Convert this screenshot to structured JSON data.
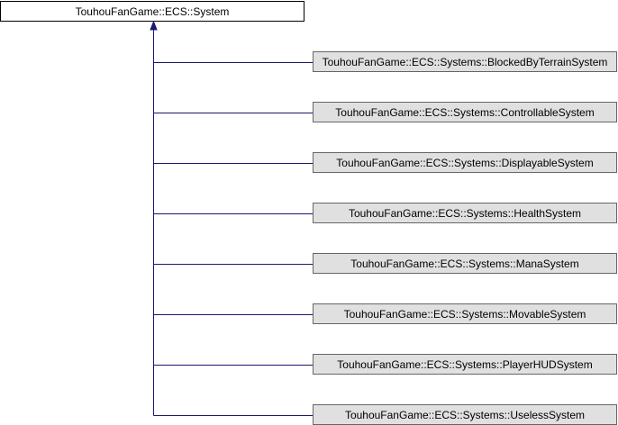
{
  "diagram": {
    "base_class": {
      "label": "TouhouFanGame::ECS::System"
    },
    "derived_classes": [
      {
        "label": "TouhouFanGame::ECS::Systems::BlockedByTerrainSystem"
      },
      {
        "label": "TouhouFanGame::ECS::Systems::ControllableSystem"
      },
      {
        "label": "TouhouFanGame::ECS::Systems::DisplayableSystem"
      },
      {
        "label": "TouhouFanGame::ECS::Systems::HealthSystem"
      },
      {
        "label": "TouhouFanGame::ECS::Systems::ManaSystem"
      },
      {
        "label": "TouhouFanGame::ECS::Systems::MovableSystem"
      },
      {
        "label": "TouhouFanGame::ECS::Systems::PlayerHUDSystem"
      },
      {
        "label": "TouhouFanGame::ECS::Systems::UselessSystem"
      }
    ],
    "colors": {
      "base_fill": "#ffffff",
      "base_border": "#000000",
      "derived_fill": "#e0e0e0",
      "derived_border": "#666666",
      "edge": "#191970"
    }
  }
}
